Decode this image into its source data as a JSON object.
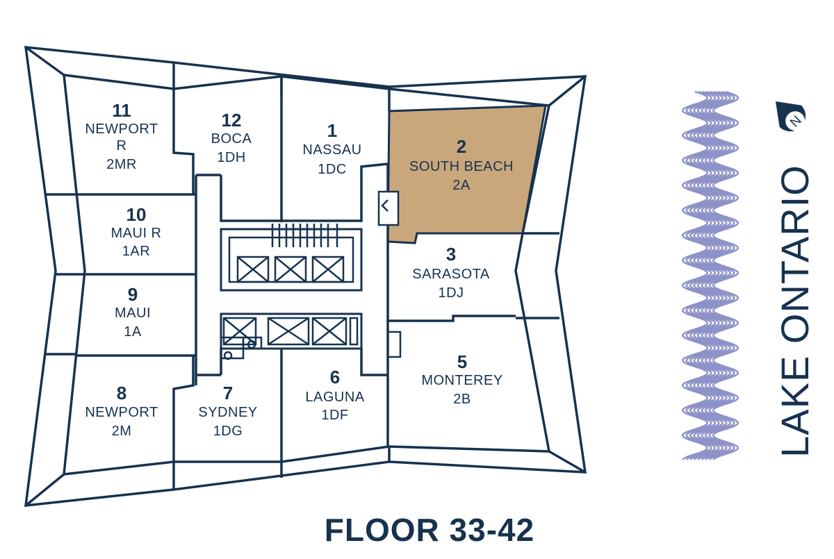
{
  "floor_title": "FLOOR 33-42",
  "lake_label": "LAKE ONTARIO",
  "compass": {
    "icon": "north-arrow-icon",
    "letter": "N"
  },
  "colors": {
    "ink": "#16324f",
    "highlight": "#c9a77b",
    "water": "#8d92c8"
  },
  "highlighted_unit": "2",
  "units": [
    {
      "number": "11",
      "name": "NEWPORT",
      "name2": "R",
      "type": "2MR"
    },
    {
      "number": "12",
      "name": "BOCA",
      "type": "1DH"
    },
    {
      "number": "1",
      "name": "NASSAU",
      "type": "1DC"
    },
    {
      "number": "2",
      "name": "SOUTH BEACH",
      "type": "2A"
    },
    {
      "number": "10",
      "name": "MAUI R",
      "type": "1AR"
    },
    {
      "number": "3",
      "name": "SARASOTA",
      "type": "1DJ"
    },
    {
      "number": "9",
      "name": "MAUI",
      "type": "1A"
    },
    {
      "number": "5",
      "name": "MONTEREY",
      "type": "2B"
    },
    {
      "number": "8",
      "name": "NEWPORT",
      "type": "2M"
    },
    {
      "number": "7",
      "name": "SYDNEY",
      "type": "1DG"
    },
    {
      "number": "6",
      "name": "LAGUNA",
      "type": "1DF"
    }
  ]
}
